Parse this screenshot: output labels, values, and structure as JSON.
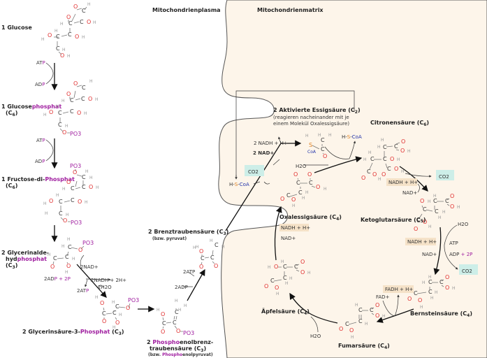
{
  "regions": {
    "plasma": "Mitochondrienplasma",
    "matrix": "Mitochondrienmatrix"
  },
  "colors": {
    "matrix_fill": "#fdf5ea",
    "membrane": "#555555",
    "phosphate": "#a020a0",
    "oxygen": "#e03030",
    "coa": "#2233aa",
    "sulfur": "#e08020",
    "co2_box": "#cdeee8",
    "nadh_box": "#f5e2c8"
  },
  "glycolysis": {
    "glucose": {
      "count": "1",
      "name": "Glucose"
    },
    "glucose_phosphat": {
      "count": "1",
      "name_a": "Glucose",
      "name_b": "phosphat",
      "formula": "(C",
      "formula_sub": "6",
      "formula_end": ")"
    },
    "fructose": {
      "count": "1",
      "name_a": "Fructose-di-",
      "name_b": "Phosphat",
      "formula": "(C",
      "formula_sub": "6",
      "formula_end": ")"
    },
    "glycerinaldehyd": {
      "count": "2",
      "name_a": "Glycerinalde-",
      "name_b1": "hyd",
      "name_b2": "phosphat",
      "formula": "(C",
      "formula_sub": "3",
      "formula_end": ")"
    },
    "glycerinsaeure": {
      "count": "2",
      "name_a": "Glycerinsäure-3-",
      "name_b": "Phosphat",
      "formula": "(C",
      "formula_sub": "3",
      "formula_end": ")"
    },
    "phosphoenol": {
      "count": "2",
      "name_a": "Phospho",
      "name_b": "enolbrenz-",
      "line2": "traubensäure (C",
      "formula_sub": "3",
      "formula_end": ")",
      "note_a": "(bzw. ",
      "note_b": "Phospho",
      "note_c": "enolpyruvat)"
    },
    "brenztrauben": {
      "count": "2",
      "name": "Brenztraubensäure (C",
      "formula_sub": "3",
      "formula_end": ")",
      "note": "(bzw. pyruvat)"
    },
    "cofactors": {
      "atp1": "AT",
      "p1": "P",
      "adp1": "AD",
      "pp1": "P",
      "atp2": "AT",
      "p2": "P",
      "adp2": "AD",
      "pp2": "P",
      "nad2": "2NAD+",
      "adp_p": "2AD",
      "adp_p2": "P + 2P",
      "nadh2": "2NADH + 2H+",
      "atp_out": "2AT",
      "atp_out_p": "P",
      "h2o": "2H2O",
      "pyr_atp": "2ATP",
      "pyr_adp": "2ADP"
    },
    "phosphate_group": "PO3"
  },
  "link": {
    "title": "2 Aktivierte Essigsäure (C",
    "title_sub": "2",
    "title_end": ")",
    "note1": "(reagieren nacheinander mit je",
    "note2": "einem Molekül Oxalessigsäure)",
    "nadh": "2 NADH + H+",
    "nad": "2 NAD+",
    "co2": "CO2",
    "hscoa_h": "H",
    "hscoa_s": "S",
    "hscoa_coa": "CoA"
  },
  "citric_cycle": {
    "citronensaeure": {
      "name": "Citronensäure (C",
      "sub": "6",
      "end": ")"
    },
    "ketoglutarsaeure": {
      "name": "Ketoglutarsäure (C",
      "sub": "5",
      "end": ")"
    },
    "bernsteinsaeure": {
      "name": "Bernsteinsäure (C",
      "sub": "4",
      "end": ")"
    },
    "fumarsaeure": {
      "name": "Fumarsäure (C",
      "sub": "4",
      "end": ")"
    },
    "aepfelsaeure": {
      "name": "Äpfelsäure (C",
      "sub": "4",
      "end": ")"
    },
    "oxalessigsaeure": {
      "name": "Oxalessigsäure (C",
      "sub": "4",
      "end": ")"
    },
    "h2o_top": "H2O",
    "h2o_bottom": "H2O",
    "h2o_right": "H2O",
    "nadh1": "NADH + H+",
    "nad1": "NAD+",
    "co2_1": "CO2",
    "nadh2": "NADH + H+",
    "nad2": "NAD+",
    "atp": "ATP",
    "adp": "ADP",
    "adp_p": " + 2P",
    "co2_2": "CO2",
    "fadh": "FADH + H+",
    "fad": "FAD+",
    "nadh3": "NADH + H+",
    "nad3": "NAD+"
  }
}
